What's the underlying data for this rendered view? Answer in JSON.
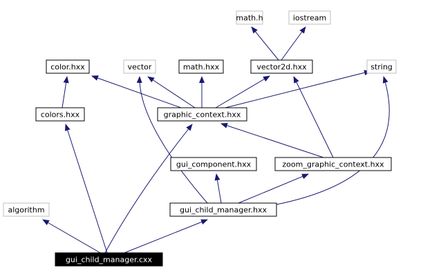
{
  "diagram": {
    "nodes": [
      {
        "id": "math_h",
        "label": "math.h",
        "style": "system"
      },
      {
        "id": "iostream",
        "label": "iostream",
        "style": "system"
      },
      {
        "id": "color_hxx",
        "label": "color.hxx",
        "style": "local"
      },
      {
        "id": "vector",
        "label": "vector",
        "style": "system"
      },
      {
        "id": "math_hxx",
        "label": "math.hxx",
        "style": "local"
      },
      {
        "id": "vector2d_hxx",
        "label": "vector2d.hxx",
        "style": "local"
      },
      {
        "id": "string",
        "label": "string",
        "style": "system"
      },
      {
        "id": "colors_hxx",
        "label": "colors.hxx",
        "style": "local"
      },
      {
        "id": "graphic_context_hxx",
        "label": "graphic_context.hxx",
        "style": "local"
      },
      {
        "id": "gui_component_hxx",
        "label": "gui_component.hxx",
        "style": "local"
      },
      {
        "id": "zoom_graphic_context_hxx",
        "label": "zoom_graphic_context.hxx",
        "style": "local"
      },
      {
        "id": "algorithm",
        "label": "algorithm",
        "style": "system"
      },
      {
        "id": "gui_child_manager_hxx",
        "label": "gui_child_manager.hxx",
        "style": "local"
      },
      {
        "id": "gui_child_manager_cxx",
        "label": "gui_child_manager.cxx",
        "style": "root"
      }
    ],
    "edges": [
      {
        "from": "gui_child_manager_cxx",
        "to": "algorithm"
      },
      {
        "from": "gui_child_manager_cxx",
        "to": "colors_hxx"
      },
      {
        "from": "gui_child_manager_cxx",
        "to": "graphic_context_hxx"
      },
      {
        "from": "gui_child_manager_cxx",
        "to": "gui_child_manager_hxx"
      },
      {
        "from": "colors_hxx",
        "to": "color_hxx"
      },
      {
        "from": "graphic_context_hxx",
        "to": "color_hxx"
      },
      {
        "from": "graphic_context_hxx",
        "to": "vector"
      },
      {
        "from": "graphic_context_hxx",
        "to": "math_hxx"
      },
      {
        "from": "graphic_context_hxx",
        "to": "vector2d_hxx"
      },
      {
        "from": "graphic_context_hxx",
        "to": "string"
      },
      {
        "from": "vector2d_hxx",
        "to": "math_h"
      },
      {
        "from": "vector2d_hxx",
        "to": "iostream"
      },
      {
        "from": "gui_child_manager_hxx",
        "to": "vector"
      },
      {
        "from": "gui_child_manager_hxx",
        "to": "gui_component_hxx"
      },
      {
        "from": "gui_child_manager_hxx",
        "to": "zoom_graphic_context_hxx"
      },
      {
        "from": "gui_child_manager_hxx",
        "to": "string"
      },
      {
        "from": "zoom_graphic_context_hxx",
        "to": "graphic_context_hxx"
      },
      {
        "from": "zoom_graphic_context_hxx",
        "to": "vector2d_hxx"
      }
    ],
    "colors": {
      "edge": "#191970",
      "local_border": "#000000",
      "system_border": "#bfbfbf",
      "root_fill": "#000000",
      "root_text": "#ffffff",
      "text": "#000000",
      "background": "#ffffff"
    }
  }
}
